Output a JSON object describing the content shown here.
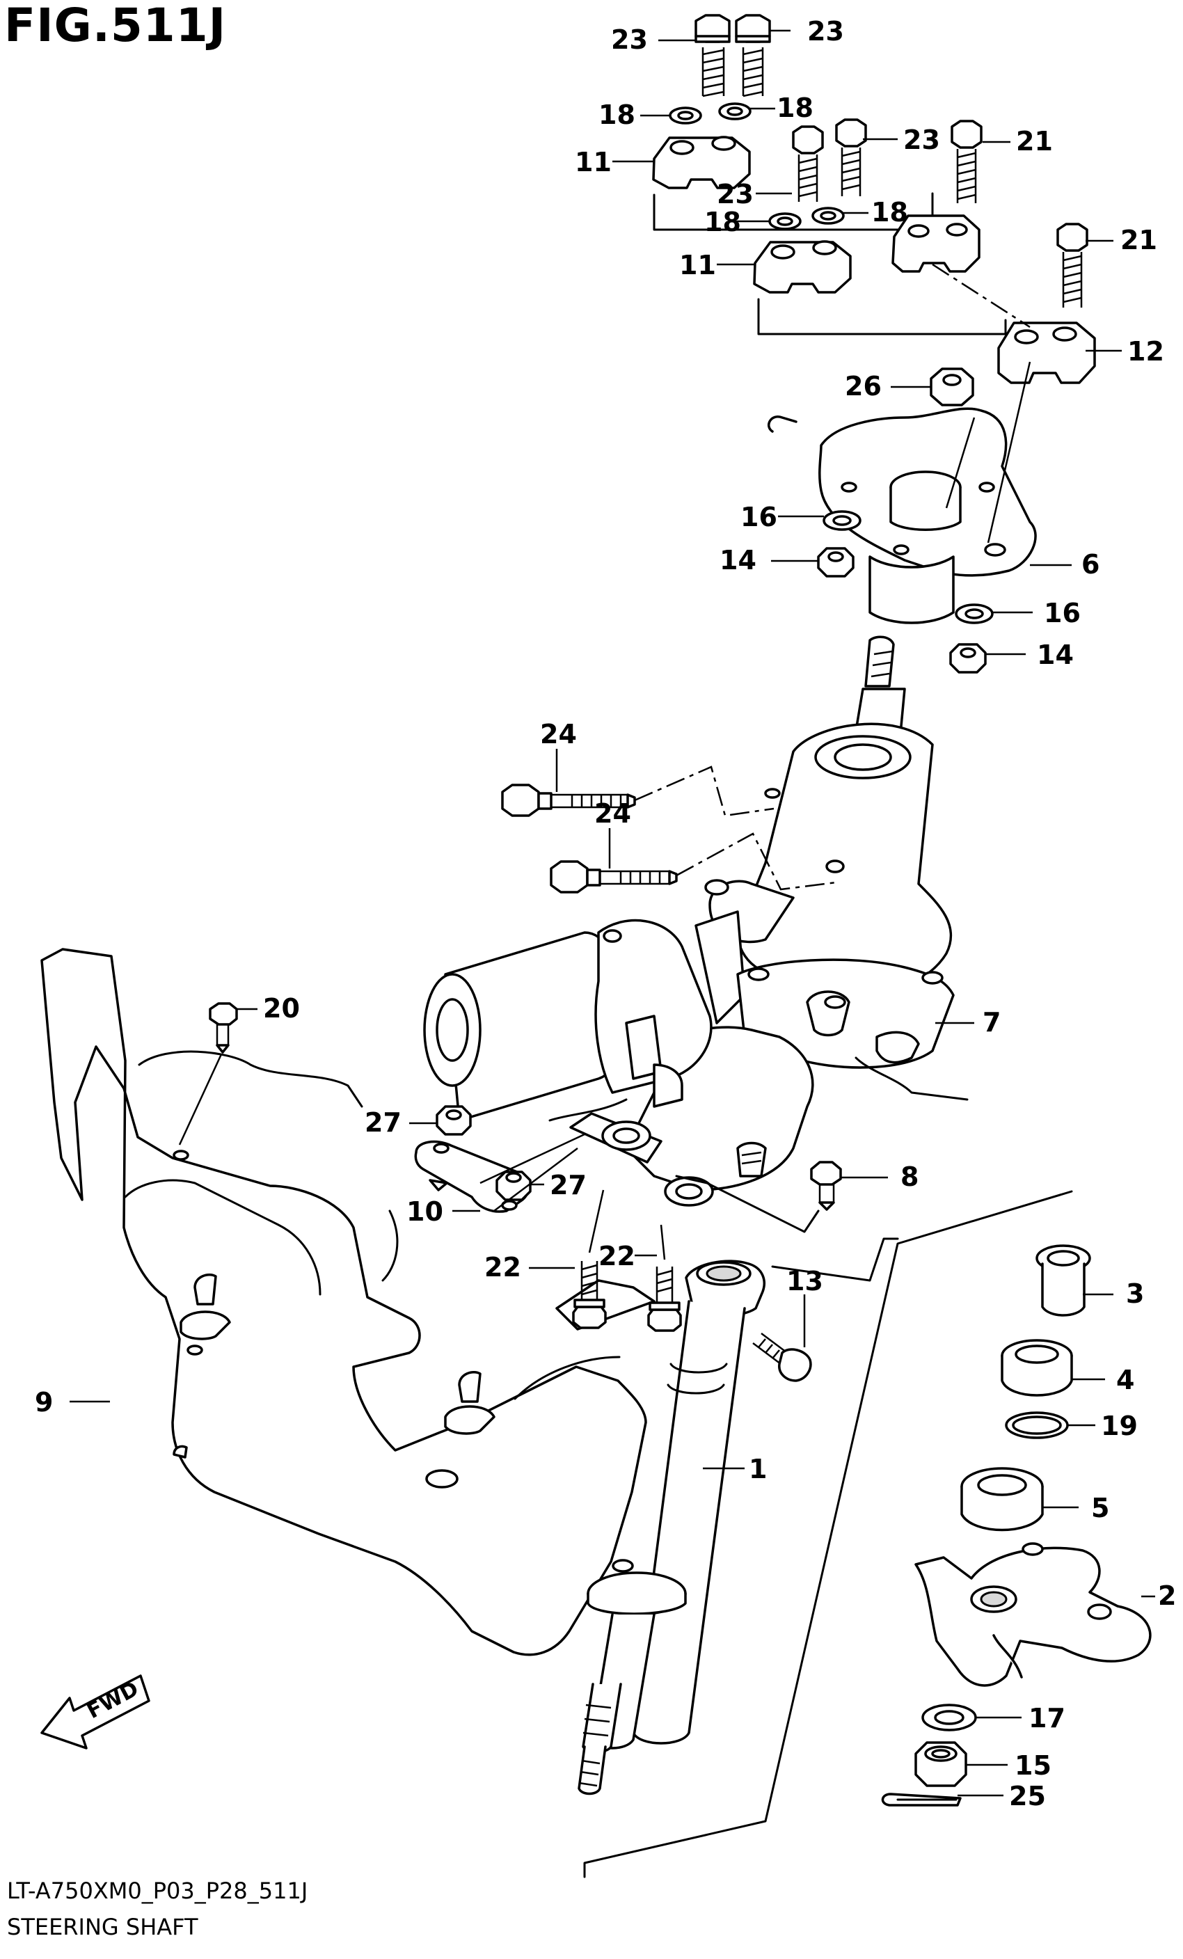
{
  "figure": {
    "title": "FIG.511J",
    "code": "LT-A750XM0_P03_P28_511J",
    "name": "STEERING SHAFT",
    "fwd_label": "FWD"
  },
  "callouts": [
    {
      "id": "c23a",
      "label": "23"
    },
    {
      "id": "c23b",
      "label": "23"
    },
    {
      "id": "c18a",
      "label": "18"
    },
    {
      "id": "c18b",
      "label": "18"
    },
    {
      "id": "c11a",
      "label": "11"
    },
    {
      "id": "c23c",
      "label": "23"
    },
    {
      "id": "c21a",
      "label": "21"
    },
    {
      "id": "c23d",
      "label": "23"
    },
    {
      "id": "c18c",
      "label": "18"
    },
    {
      "id": "c18d",
      "label": "18"
    },
    {
      "id": "c11b",
      "label": "11"
    },
    {
      "id": "c21b",
      "label": "21"
    },
    {
      "id": "c12",
      "label": "12"
    },
    {
      "id": "c26",
      "label": "26"
    },
    {
      "id": "c16a",
      "label": "16"
    },
    {
      "id": "c14a",
      "label": "14"
    },
    {
      "id": "c6",
      "label": "6"
    },
    {
      "id": "c16b",
      "label": "16"
    },
    {
      "id": "c14b",
      "label": "14"
    },
    {
      "id": "c24a",
      "label": "24"
    },
    {
      "id": "c24b",
      "label": "24"
    },
    {
      "id": "c7",
      "label": "7"
    },
    {
      "id": "c20",
      "label": "20"
    },
    {
      "id": "c27a",
      "label": "27"
    },
    {
      "id": "c27b",
      "label": "27"
    },
    {
      "id": "c10",
      "label": "10"
    },
    {
      "id": "c8",
      "label": "8"
    },
    {
      "id": "c22a",
      "label": "22"
    },
    {
      "id": "c22b",
      "label": "22"
    },
    {
      "id": "c13",
      "label": "13"
    },
    {
      "id": "c3",
      "label": "3"
    },
    {
      "id": "c4",
      "label": "4"
    },
    {
      "id": "c9",
      "label": "9"
    },
    {
      "id": "c19",
      "label": "19"
    },
    {
      "id": "c1",
      "label": "1"
    },
    {
      "id": "c5",
      "label": "5"
    },
    {
      "id": "c2",
      "label": "2"
    },
    {
      "id": "c17",
      "label": "17"
    },
    {
      "id": "c15",
      "label": "15"
    },
    {
      "id": "c25",
      "label": "25"
    }
  ]
}
